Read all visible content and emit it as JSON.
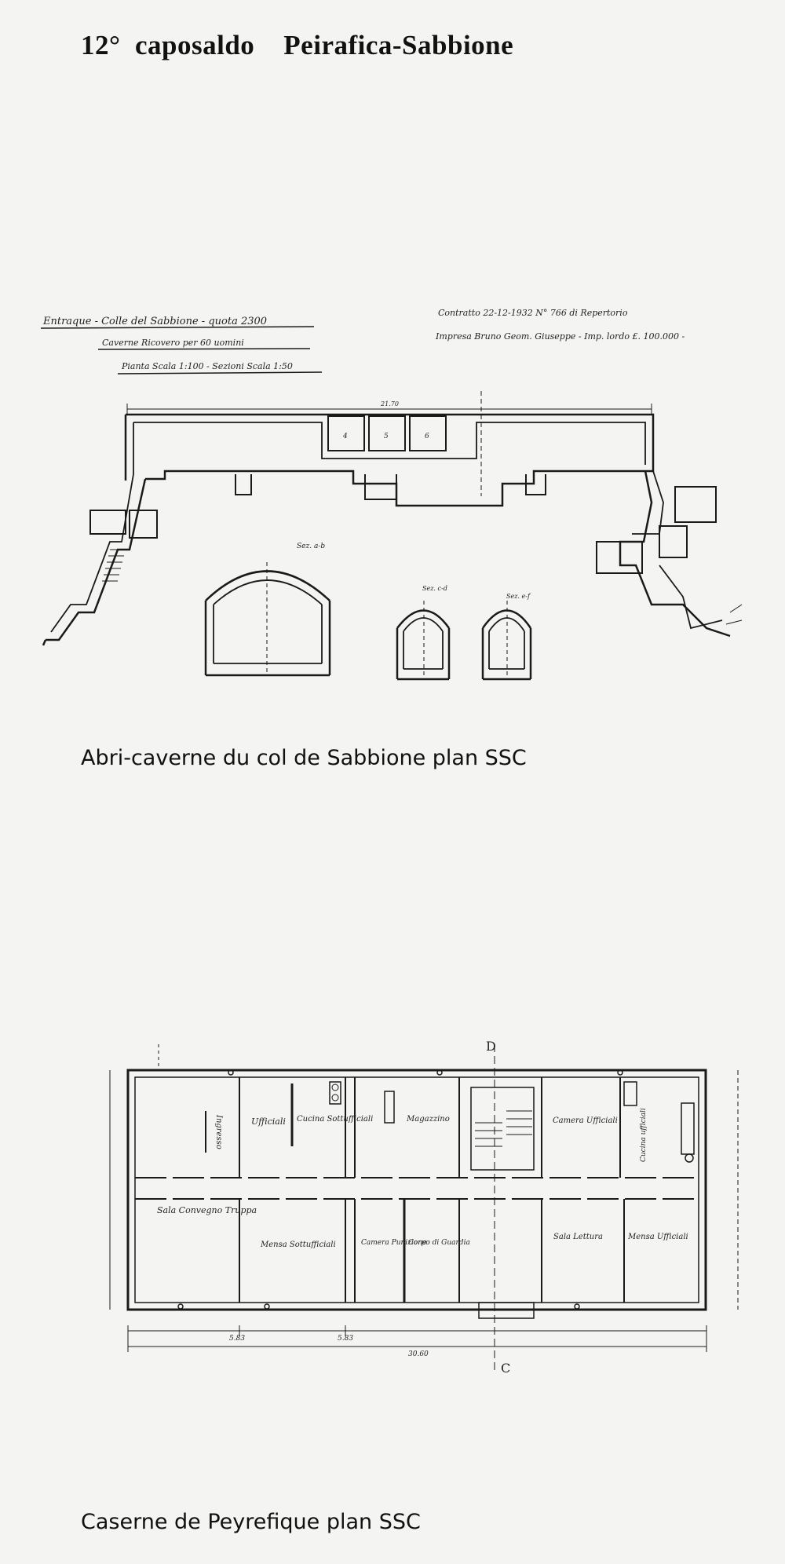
{
  "page": {
    "title": "12°  caposaldo    Peirafica-Sabbione",
    "caption_top": "Abri-caverne du col de Sabbione  plan SSC",
    "caption_bottom": "Caserne de Peyrefique  plan SSC"
  },
  "drawing_top": {
    "header_left": [
      "Entraque - Colle del Sabbione - quota 2300",
      "Caverne Ricovero per 60 uomini",
      "Pianta Scala 1:100 - Sezioni Scala 1:50"
    ],
    "header_right": [
      "Contratto 22-12-1932  N° 766 di Repertorio",
      "Impresa Bruno Geom. Giuseppe - Imp. lordo £. 100.000 -"
    ],
    "section_labels": [
      "Sez. a-b",
      "Sez. c-d",
      "Sez. e-f"
    ],
    "room_numbers": [
      "4",
      "5",
      "6"
    ],
    "dimension_top": "21.70"
  },
  "drawing_bottom": {
    "rooms": [
      "Ufficiali",
      "Ingresso",
      "Cucina Sottufficiali",
      "Magazzino",
      "Camera Ufficiali",
      "Cucina ufficiali",
      "Sala Convegno Truppa",
      "Mensa Sottufficiali",
      "Camera Punizione",
      "Corpo di Guardia",
      "Sala Lettura",
      "Mensa Ufficiali"
    ],
    "section_marks": [
      "D",
      "C"
    ],
    "dimensions": [
      "5.83",
      "5.83",
      "30.60"
    ]
  }
}
